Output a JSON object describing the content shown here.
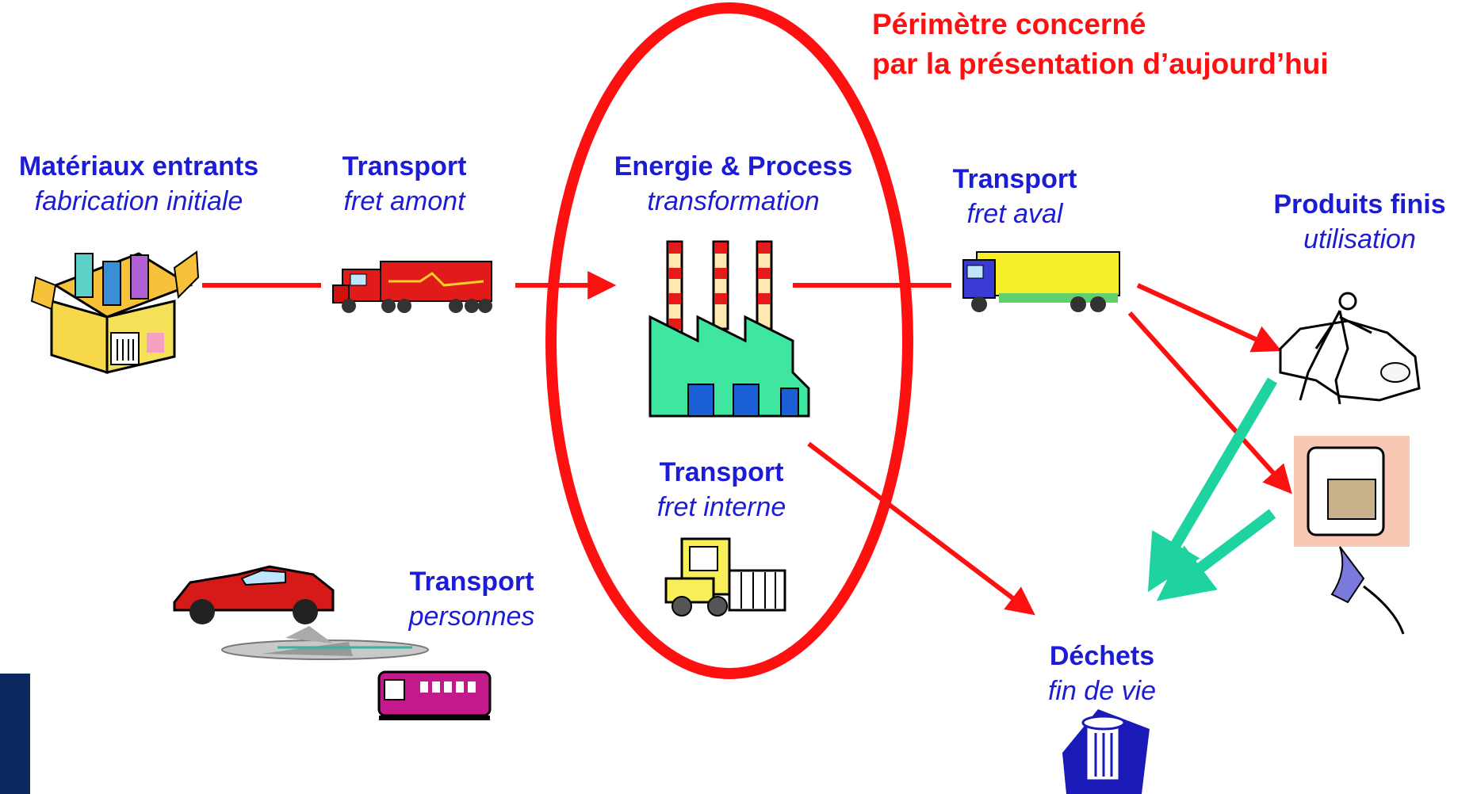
{
  "header": {
    "line1": "Périmètre concerné",
    "line2": "par la présentation d’aujourd’hui"
  },
  "nodes": {
    "materials": {
      "title": "Matériaux entrants",
      "subtitle": "fabrication initiale",
      "icon": "box-of-bottles-icon"
    },
    "transport_upstream": {
      "title": "Transport",
      "subtitle": "fret amont",
      "icon": "red-truck-icon"
    },
    "energy_process": {
      "title": "Energie & Process",
      "subtitle": "transformation",
      "icon": "factory-icon"
    },
    "transport_internal": {
      "title": "Transport",
      "subtitle": "fret interne",
      "icon": "forklift-icon"
    },
    "transport_downstream": {
      "title": "Transport",
      "subtitle": "fret aval",
      "icon": "yellow-truck-icon"
    },
    "finished_products": {
      "title": "Produits finis",
      "subtitle": "utilisation",
      "icon": "person-refueling-car-icon"
    },
    "transport_people": {
      "title": "Transport",
      "subtitle": "personnes",
      "icon": "car-plane-train-icon"
    },
    "waste": {
      "title": "Déchets",
      "subtitle": "fin de vie",
      "icon": "trash-bin-icon"
    }
  },
  "colors": {
    "label_text": "#1c1cd6",
    "header_text": "#ff1010",
    "perimeter_ellipse": "#ff1010",
    "flow_arrow": "#ff1010",
    "recycle_arrow": "#1fd3a0",
    "sidebar": "#0c2a5f"
  }
}
